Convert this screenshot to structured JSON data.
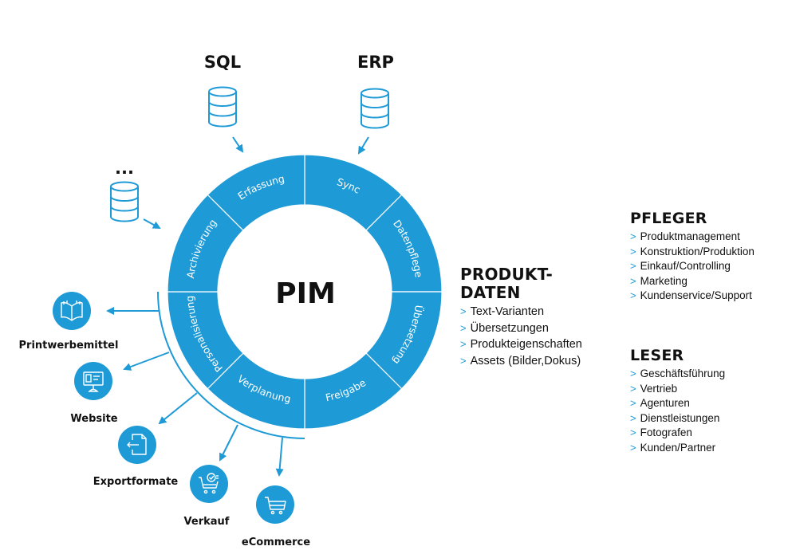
{
  "colors": {
    "accent": "#1e9ad6",
    "text": "#111111",
    "background": "#ffffff"
  },
  "center": {
    "label": "PIM"
  },
  "ring_segments": [
    {
      "label": "Sync"
    },
    {
      "label": "Datenpflege"
    },
    {
      "label": "Übersetzung"
    },
    {
      "label": "Freigabe"
    },
    {
      "label": "Verplanung"
    },
    {
      "label": "Personalisierung"
    },
    {
      "label": "Archivierung"
    },
    {
      "label": "Erfassung"
    }
  ],
  "sources": [
    {
      "label": "SQL",
      "icon": "database-icon"
    },
    {
      "label": "ERP",
      "icon": "database-icon"
    },
    {
      "label": "...",
      "icon": "database-icon"
    }
  ],
  "outputs": [
    {
      "label": "Printwerbemittel",
      "icon": "book-icon"
    },
    {
      "label": "Website",
      "icon": "monitor-icon"
    },
    {
      "label": "Exportformate",
      "icon": "export-document-icon"
    },
    {
      "label": "Verkauf",
      "icon": "cart-check-icon"
    },
    {
      "label": "eCommerce",
      "icon": "shopping-cart-icon"
    }
  ],
  "produktdaten": {
    "title_line1": "PRODUKT-",
    "title_line2": "DATEN",
    "bullet": ">",
    "items": [
      "Text-Varianten",
      "Übersetzungen",
      "Produkteigenschaften",
      "Assets (Bilder,Dokus)"
    ]
  },
  "pfleger": {
    "title": "PFLEGER",
    "bullet": ">",
    "items": [
      "Produktmanagement",
      "Konstruktion/Produktion",
      "Einkauf/Controlling",
      "Marketing",
      "Kundenservice/Support"
    ]
  },
  "leser": {
    "title": "LESER",
    "bullet": ">",
    "items": [
      "Geschäftsführung",
      "Vertrieb",
      "Agenturen",
      "Dienstleistungen",
      "Fotografen",
      "Kunden/Partner"
    ]
  }
}
